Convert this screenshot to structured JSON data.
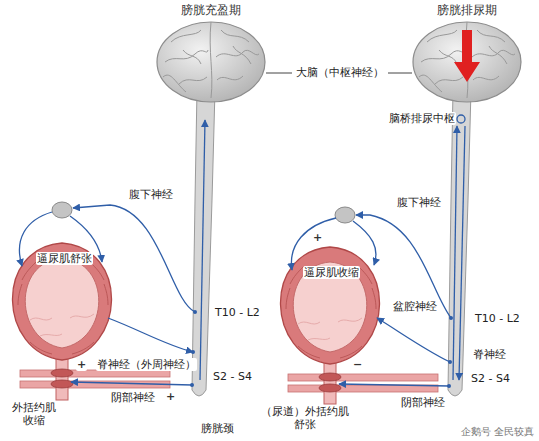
{
  "diagram": {
    "labels": [
      "膀胱充盈期",
      "膀胱排尿期",
      "大脑（中枢神经）",
      "脑桥排尿中枢",
      "腹下神经",
      "逼尿肌舒张",
      "T10 - L2",
      "脊神经（外周神经）",
      "S2 - S4",
      "+",
      "+",
      "阴部神经",
      "外括约肌 收缩",
      "膀胱颈",
      "腹下神经",
      "逼尿肌收缩",
      "+",
      "盆腔神经",
      "T10 - L2",
      "脊神经",
      "S2 - S4",
      "−",
      "阴部神经",
      "（尿道）外括约肌 舒张",
      "企鹅号 全民较真"
    ]
  }
}
